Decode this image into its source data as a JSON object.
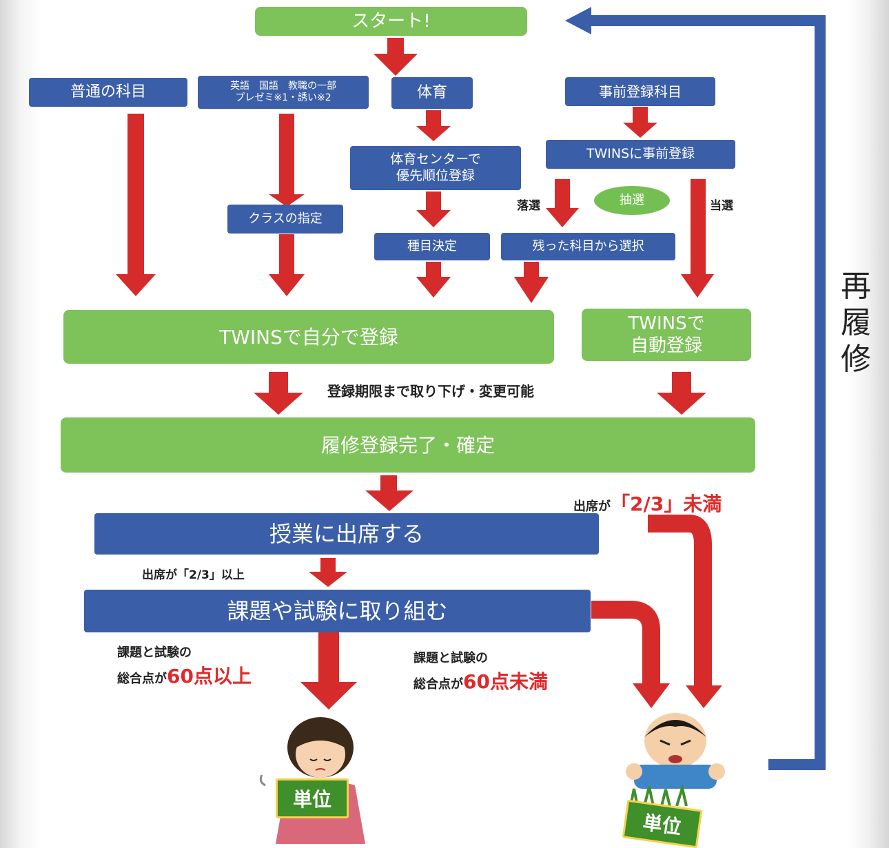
{
  "nodes": {
    "start": "スタート!",
    "normal": "普通の科目",
    "language_line1": "英語　国語　教職の一部",
    "language_line2": "プレゼミ※1・誘い※2",
    "pe": "体育",
    "prereg": "事前登録科目",
    "pe_center_line1": "体育センターで",
    "pe_center_line2": "優先順位登録",
    "twins_prereg": "TWINSに事前登録",
    "lottery": "抽選",
    "class_assign": "クラスの指定",
    "sport_decide": "種目決定",
    "remaining": "残った科目から選択",
    "self_register": "TWINSで自分で登録",
    "auto_line1": "TWINSで",
    "auto_line2": "自動登録",
    "complete": "履修登録完了・確定",
    "attend": "授業に出席する",
    "assignment": "課題や試験に取り組む"
  },
  "labels": {
    "lost": "落選",
    "won": "当選",
    "change_possible": "登録期限まで取り下げ・変更可能",
    "attendance_under_prefix": "出席が",
    "attendance_under_value": "「2/3」未満",
    "attendance_over": "出席が「2/3」以上",
    "pass_line1": "課題と試験の",
    "pass_line2_prefix": "総合点が",
    "pass_line2_value": "60点以上",
    "fail_line1": "課題と試験の",
    "fail_line2_prefix": "総合点が",
    "fail_line2_value": "60点未満",
    "retake": "再履修"
  },
  "signs": {
    "credit_pass": "単位",
    "credit_fail": "単位"
  },
  "colors": {
    "blue_box": "#3a5ea8",
    "green_box": "#7ec25a",
    "red_arrow": "#d62b2b",
    "retake_loop": "#3a5ea8",
    "highlight_text": "#e02a2a"
  }
}
